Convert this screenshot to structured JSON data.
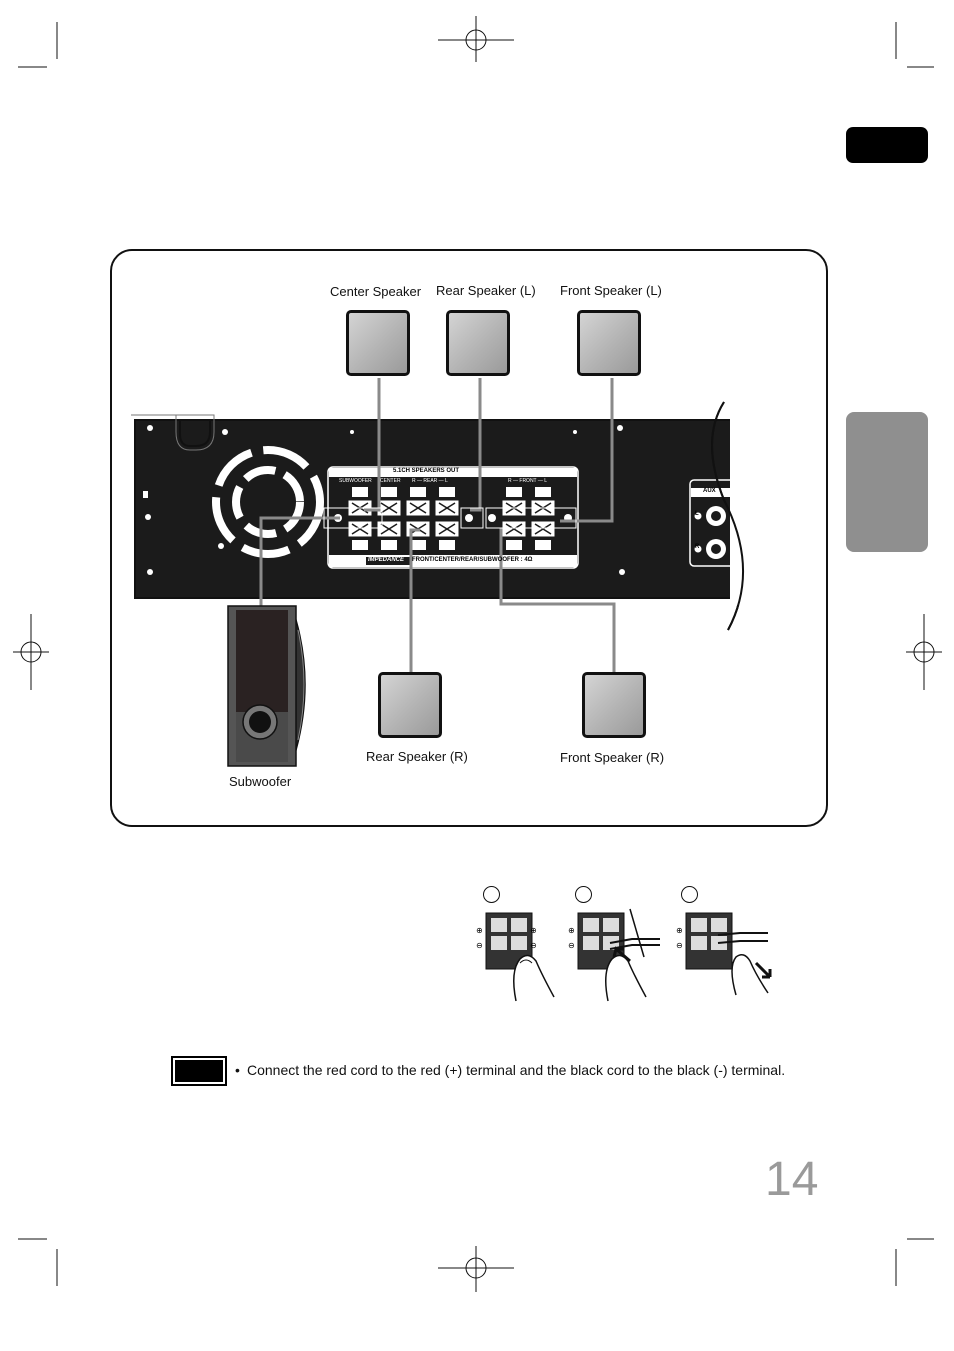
{
  "speakers": {
    "center": "Center Speaker",
    "rear_left": "Rear Speaker (L)",
    "front_left": "Front Speaker (L)",
    "rear_right": "Rear Speaker (R)",
    "front_right": "Front Speaker (R)",
    "subwoofer": "Subwoofer"
  },
  "panel": {
    "header": "5.1CH SPEAKERS OUT",
    "col_subwoofer": "SUBWOOFER",
    "col_center": "CENTER",
    "col_rear": "R — REAR — L",
    "col_front": "R — FRONT — L",
    "impedance_tag": "IMPEDANCE",
    "impedance_text": "FRONT/CENTER/REAR/SUBWOOFER : 4Ω",
    "aux_label": "AUX",
    "aux_l": "L",
    "aux_r": "R"
  },
  "note": {
    "bullet": "•",
    "text": "Connect the red cord to the red (+) terminal and the black cord to the black (-) terminal."
  },
  "page_number": "14",
  "icons": [
    "registration-mark-icon",
    "finger-press-icon",
    "arrow-icon"
  ],
  "colors": {
    "panel_bg": "#1b1b1b",
    "speaker_fill": "#b8b8b8",
    "side_tab": "#8f8f8f",
    "wire": "#8a8a8a"
  }
}
